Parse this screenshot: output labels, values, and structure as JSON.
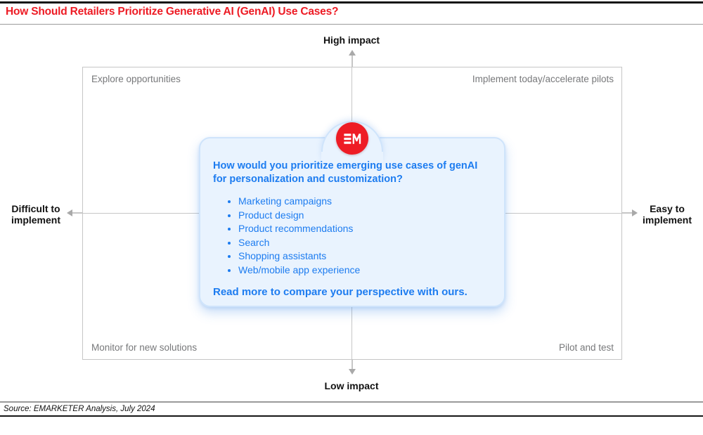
{
  "header": {
    "title": "How Should Retailers Prioritize Generative AI (GenAI) Use Cases?"
  },
  "matrix": {
    "axis_top": "High impact",
    "axis_bottom": "Low impact",
    "axis_left_line1": "Difficult to",
    "axis_left_line2": "implement",
    "axis_right_line1": "Easy to",
    "axis_right_line2": "implement",
    "quadrant_top_left": "Explore opportunities",
    "quadrant_top_right": "Implement today/accelerate pilots",
    "quadrant_bottom_left": "Monitor for new solutions",
    "quadrant_bottom_right": "Pilot and test"
  },
  "card": {
    "logo_text": "EM",
    "question": "How would you prioritize emerging use cases of genAI for personalization and customization?",
    "bullets": [
      "Marketing campaigns",
      "Product design",
      "Product recommendations",
      "Search",
      "Shopping assistants",
      "Web/mobile app experience"
    ],
    "cta": "Read more to compare your perspective with ours."
  },
  "footer": {
    "source": "Source: EMARKETER Analysis, July 2024"
  },
  "colors": {
    "title_red": "#ed1b24",
    "brand_red": "#ee1c25",
    "text_blue": "#1d7cf0",
    "card_bg": "#e9f3fe",
    "card_border": "#cfe4fb",
    "line_gray": "#c6c6c6",
    "arrow_gray": "#a9a9a9",
    "quadrant_gray": "#77787a",
    "rule_gray": "#9a9a9a",
    "rule_black": "#151515"
  }
}
